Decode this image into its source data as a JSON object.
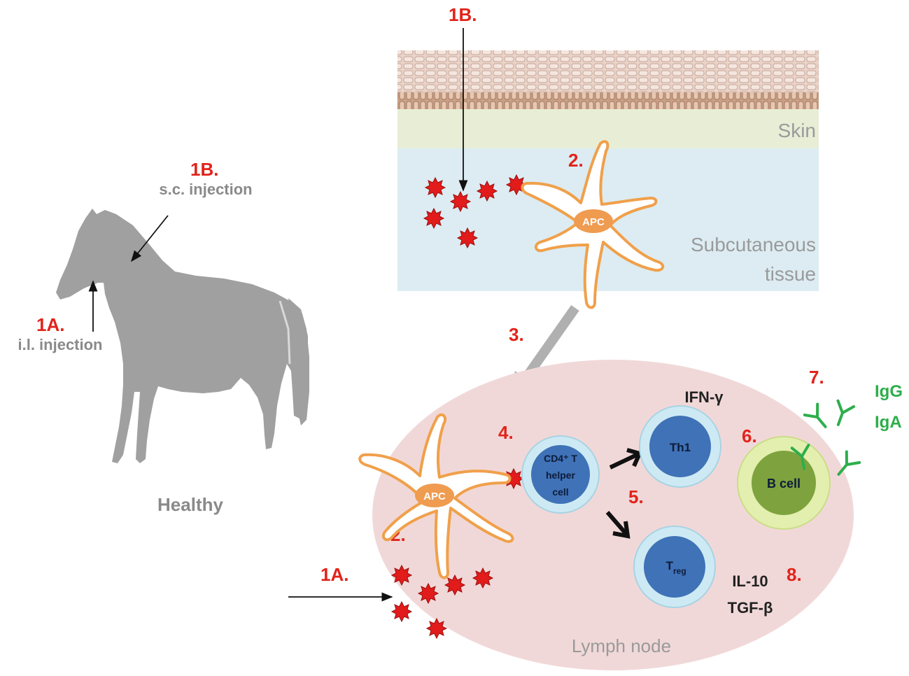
{
  "colors": {
    "step_label": "#e2231a",
    "antigen": "#e21b1b",
    "apc_outline": "#f0a04b",
    "apc_nucleus": "#ef9b50",
    "t_cell_outer": "#cdeaf4",
    "t_cell_inner": "#3f72b6",
    "b_cell_outer": "#e3efaf",
    "b_cell_inner": "#7ea33e",
    "antibody": "#2eae4b",
    "lymph_node": "#f1d8d8",
    "skin": "#e8eed6",
    "subcutaneous": "#dcecf2",
    "horse": "#a0a0a0"
  },
  "horse_panel": {
    "label_1b": "1B.",
    "sc_injection": "s.c. injection",
    "label_1a": "1A.",
    "il_injection": "i.l. injection",
    "status": "Healthy"
  },
  "skin_panel": {
    "label_1b": "1B.",
    "skin": "Skin",
    "subcutaneous_line1": "Subcutaneous",
    "subcutaneous_line2": "tissue",
    "step_2": "2.",
    "apc": "APC"
  },
  "transport": {
    "step_3": "3."
  },
  "lymph_node": {
    "name": "Lymph node",
    "label_1a": "1A.",
    "step_2": "2.",
    "apc": "APC",
    "step_4": "4.",
    "cd4_line1": "CD4⁺ T",
    "cd4_line2": "helper",
    "cd4_line3": "cell",
    "step_5": "5.",
    "th1": "Th1",
    "ifn": "IFN-γ",
    "treg_main": "T",
    "treg_sub": "reg",
    "il10": "IL-10",
    "tgf": "TGF-β",
    "step_8": "8.",
    "step_6": "6.",
    "b_cell": "B cell",
    "step_7": "7.",
    "igg": "IgG",
    "iga": "IgA"
  }
}
